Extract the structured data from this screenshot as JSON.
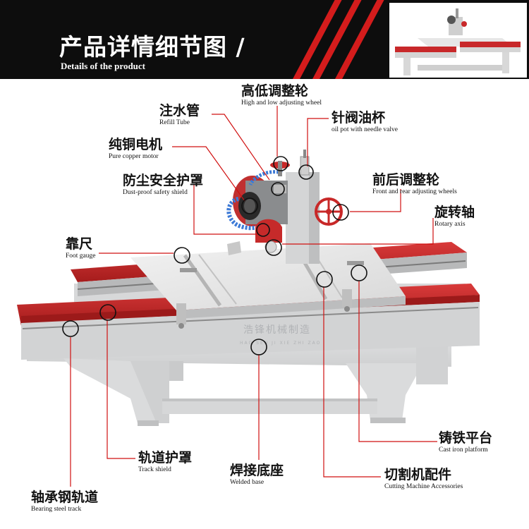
{
  "header": {
    "title_cn": "产品详情细节图 /",
    "title_en": "Details of the product"
  },
  "watermark": {
    "cn": "浩锋机械制造",
    "pinyin": "HAO  SEN  JI  XIE  ZHI  ZAO"
  },
  "callouts": [
    {
      "id": "high-low-wheel",
      "cn": "高低调整轮",
      "en": "High and low adjusting wheel"
    },
    {
      "id": "refill-tube",
      "cn": "注水管",
      "en": "Refill Tube"
    },
    {
      "id": "oil-pot",
      "cn": "针阀油杯",
      "en": "oil pot with needle valve"
    },
    {
      "id": "copper-motor",
      "cn": "纯铜电机",
      "en": "Pure copper motor"
    },
    {
      "id": "safety-shield",
      "cn": "防尘安全护罩",
      "en": "Dust-proof safety shield"
    },
    {
      "id": "front-rear-wheel",
      "cn": "前后调整轮",
      "en": "Front and rear adjusting wheels"
    },
    {
      "id": "rotary-axis",
      "cn": "旋转轴",
      "en": "Rotary axis"
    },
    {
      "id": "foot-gauge",
      "cn": "靠尺",
      "en": "Foot gauge"
    },
    {
      "id": "cast-iron-platform",
      "cn": "铸铁平台",
      "en": "Cast iron platform"
    },
    {
      "id": "track-shield",
      "cn": "轨道护罩",
      "en": "Track shield"
    },
    {
      "id": "welded-base",
      "cn": "焊接底座",
      "en": "Welded base"
    },
    {
      "id": "machine-accessories",
      "cn": "切割机配件",
      "en": "Cutting Machine Accessories"
    },
    {
      "id": "bearing-track",
      "cn": "轴承钢轨道",
      "en": "Bearing steel track"
    }
  ],
  "colors": {
    "banner": "#0d0d0d",
    "accent_red": "#d41c1c",
    "leader_red": "#d01010",
    "machine_grey": "#d9dadb",
    "rail_red": "#c8282a"
  }
}
